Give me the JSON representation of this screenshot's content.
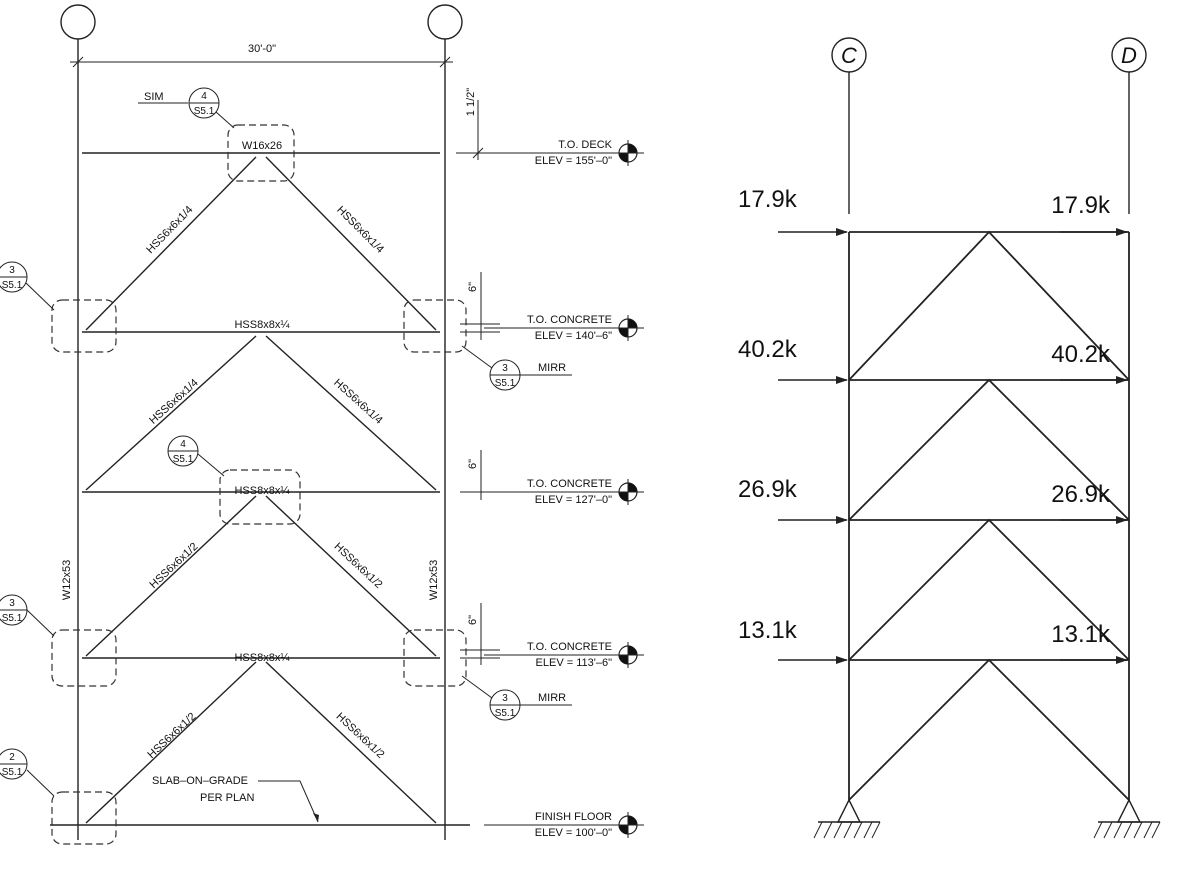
{
  "left_elevation": {
    "overall_dim": "30'-0\"",
    "top_beam": "W16x26",
    "beams": [
      "HSS8x8x¼",
      "HSS8x8x¼",
      "HSS8x8x¼"
    ],
    "columns": [
      "W12x53",
      "W12x53"
    ],
    "braces_story4": [
      "HSS6x6x1/4",
      "HSS6x6x1/4"
    ],
    "braces_story3": [
      "HSS6x6x1/4",
      "HSS6x6x1/4"
    ],
    "braces_story2": [
      "HSS6x6x1/2",
      "HSS6x6x1/2"
    ],
    "braces_story1": [
      "HSS6x6x1/2",
      "HSS6x6x1/2"
    ],
    "slab_note_line1": "SLAB–ON–GRADE",
    "slab_note_line2": "PER PLAN",
    "sim_label": "SIM",
    "mirr_label": "MIRR",
    "dims": [
      "1 1/2\"",
      "6\"",
      "6\"",
      "6\""
    ],
    "levels": [
      {
        "name": "T.O. DECK",
        "elev": "ELEV = 155'–0\""
      },
      {
        "name": "T.O. CONCRETE",
        "elev": "ELEV = 140'–6\""
      },
      {
        "name": "T.O. CONCRETE",
        "elev": "ELEV = 127'–0\""
      },
      {
        "name": "T.O. CONCRETE",
        "elev": "ELEV = 113'–6\""
      },
      {
        "name": "FINISH FLOOR",
        "elev": "ELEV = 100'–0\""
      }
    ],
    "callouts": [
      {
        "num": "4",
        "sheet": "S5.1"
      },
      {
        "num": "3",
        "sheet": "S5.1"
      },
      {
        "num": "3",
        "sheet": "S5.1"
      },
      {
        "num": "4",
        "sheet": "S5.1"
      },
      {
        "num": "3",
        "sheet": "S5.1"
      },
      {
        "num": "3",
        "sheet": "S5.1"
      },
      {
        "num": "2",
        "sheet": "S5.1"
      }
    ]
  },
  "right_model": {
    "grid_left": "C",
    "grid_right": "D",
    "loads_left": [
      "17.9k",
      "40.2k",
      "26.9k",
      "13.1k"
    ],
    "loads_right": [
      "17.9k",
      "40.2k",
      "26.9k",
      "13.1k"
    ]
  }
}
